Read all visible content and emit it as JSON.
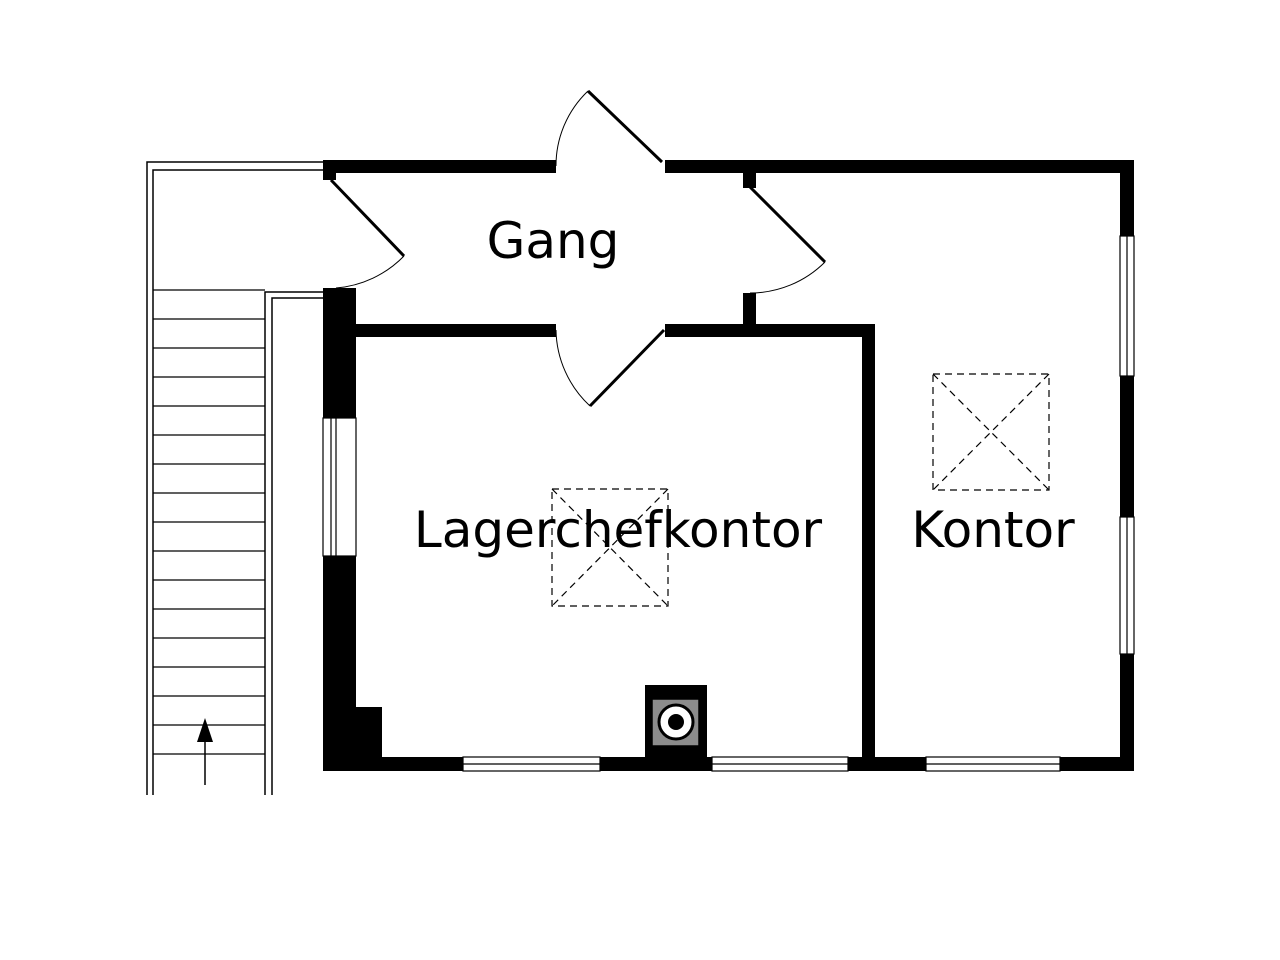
{
  "rooms": {
    "gang": {
      "label": "Gang"
    },
    "lagerchefkontor": {
      "label": "Lagerchefkontor"
    },
    "kontor": {
      "label": "Kontor"
    }
  },
  "colors": {
    "wall": "#000000",
    "background": "#ffffff",
    "stove": "#8c8c8c"
  },
  "icons": [
    "stairs-direction-arrow-icon",
    "stove-icon",
    "skylight-icon"
  ]
}
